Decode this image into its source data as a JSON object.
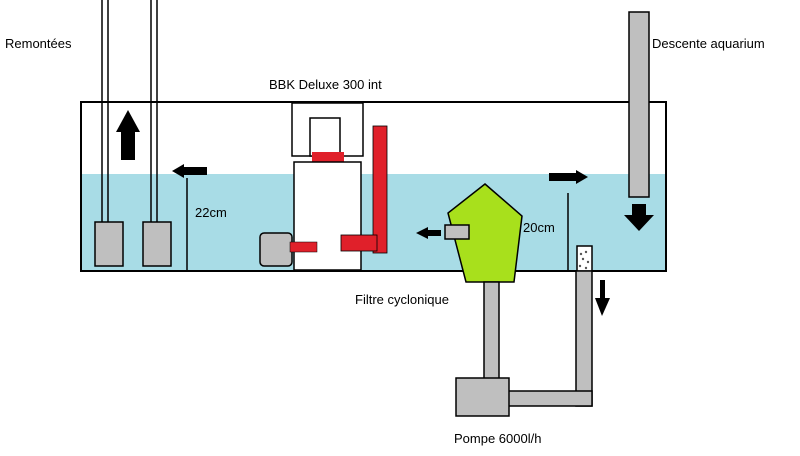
{
  "labels": {
    "risers": "Remontées",
    "aquarium_down": "Descente aquarium",
    "skimmer": "BBK Deluxe 300 int",
    "height_left": "22cm",
    "height_right": "20cm",
    "cyclone_filter": "Filtre cyclonique",
    "pump": "Pompe 6000l/h"
  },
  "colors": {
    "water": "#a8dce6",
    "outline": "#000000",
    "pipe": "#bfbfbf",
    "skimmer_accent": "#e0202a",
    "cyclone": "#a8e01c",
    "arrow": "#000000"
  },
  "icons": [
    "up-arrow-icon",
    "down-arrow-icon",
    "left-arrow-icon",
    "right-arrow-icon"
  ]
}
